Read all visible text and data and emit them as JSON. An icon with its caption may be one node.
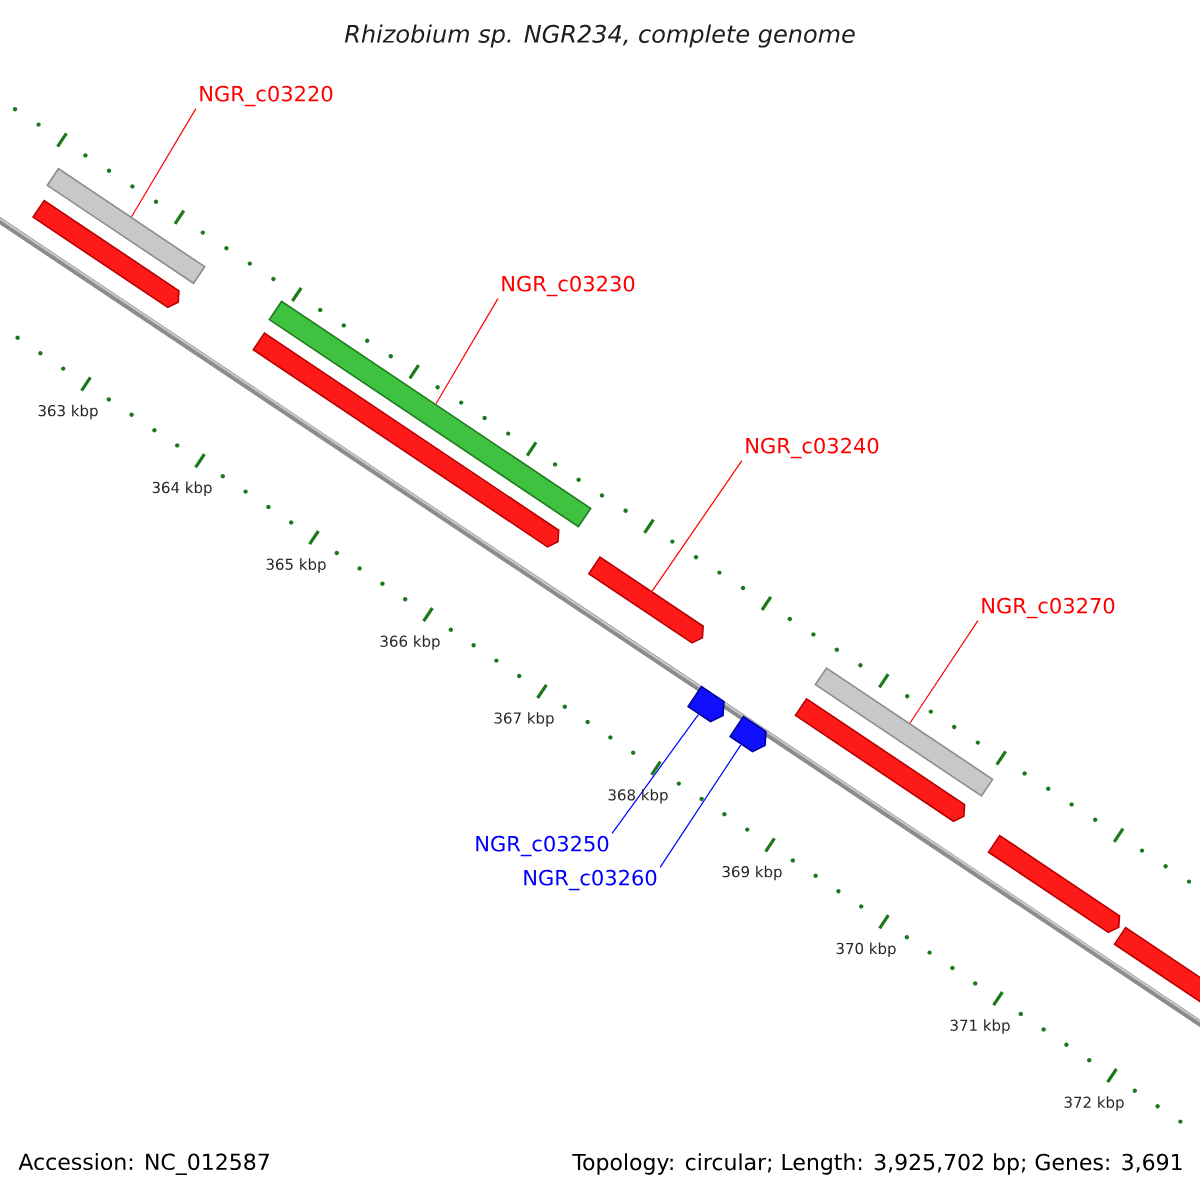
{
  "diagram": {
    "title": "Rhizobium sp. NGR234, complete genome",
    "nodes": [
      {
        "text": [
          "NGR_c03220"
        ]
      },
      {
        "text": [
          "NGR_c03230"
        ]
      },
      {
        "text": [
          "NGR_c03240"
        ]
      },
      {
        "text": [
          "NGR_c03270"
        ]
      },
      {
        "text": [
          "NGR_c03250"
        ]
      },
      {
        "text": [
          "NGR_c03260"
        ]
      },
      {
        "text": [],
        "shape": "bar"
      },
      {
        "text": [],
        "shape": "pentagon"
      },
      {
        "text": [],
        "shape": "bar"
      },
      {
        "text": [],
        "shape": "pentagon"
      },
      {
        "text": [],
        "shape": "pentagon"
      },
      {
        "text": [],
        "shape": "pentagon"
      },
      {
        "text": [],
        "shape": "pentagon"
      },
      {
        "text": [],
        "shape": "bar"
      },
      {
        "text": [],
        "shape": "pentagon"
      },
      {
        "text": [],
        "shape": "pentagon"
      },
      {
        "text": [],
        "shape": "pentagon"
      }
    ],
    "edges": [
      {
        "from": 0,
        "to": 6,
        "arrow": "none"
      },
      {
        "from": 1,
        "to": 8,
        "arrow": "none"
      },
      {
        "from": 2,
        "to": 10,
        "arrow": "none"
      },
      {
        "from": 3,
        "to": 13,
        "arrow": "none"
      },
      {
        "from": 4,
        "to": 11,
        "arrow": "none",
        "color": "#0000ff"
      },
      {
        "from": 5,
        "to": 12,
        "arrow": "none",
        "color": "#0000ff"
      }
    ],
    "labels": [
      "363 kbp",
      "364 kbp",
      "365 kbp",
      "366 kbp",
      "367 kbp",
      "368 kbp",
      "369 kbp",
      "370 kbp",
      "371 kbp",
      "372 kbp",
      "Accession: NC_012587",
      "Topology: circular; Length: 3,925,702 bp; Genes: 3,691"
    ]
  }
}
